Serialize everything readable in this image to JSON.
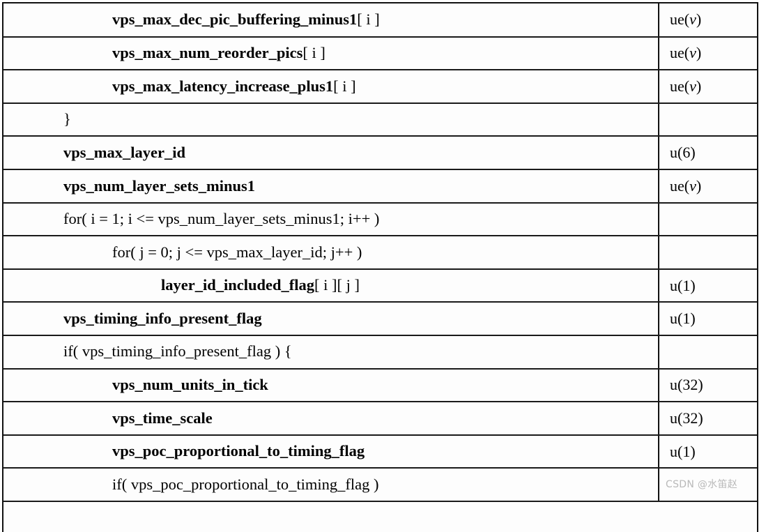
{
  "document": {
    "kind": "video-coding-spec-syntax-table",
    "columns": [
      "",
      ""
    ],
    "watermark": "CSDN @水笛赵"
  },
  "table": {
    "rows": [
      {
        "indent": 2,
        "style": "bold",
        "text": "vps_max_dec_pic_buffering_minus1",
        "subscript": "[ i ]",
        "descriptor_prefix": "ue(",
        "descriptor_italic": "v",
        "descriptor_suffix": ")"
      },
      {
        "indent": 2,
        "style": "bold",
        "text": "vps_max_num_reorder_pics",
        "subscript": "[ i ]",
        "descriptor_prefix": "ue(",
        "descriptor_italic": "v",
        "descriptor_suffix": ")"
      },
      {
        "indent": 2,
        "style": "bold",
        "text": "vps_max_latency_increase_plus1",
        "subscript": "[ i ]",
        "descriptor_prefix": "ue(",
        "descriptor_italic": "v",
        "descriptor_suffix": ")"
      },
      {
        "indent": 1,
        "style": "plain",
        "text": "}",
        "subscript": "",
        "descriptor_prefix": "",
        "descriptor_italic": "",
        "descriptor_suffix": ""
      },
      {
        "indent": 1,
        "style": "bold",
        "text": "vps_max_layer_id",
        "subscript": "",
        "descriptor_prefix": "u(6)",
        "descriptor_italic": "",
        "descriptor_suffix": ""
      },
      {
        "indent": 1,
        "style": "bold",
        "text": "vps_num_layer_sets_minus1",
        "subscript": "",
        "descriptor_prefix": "ue(",
        "descriptor_italic": "v",
        "descriptor_suffix": ")"
      },
      {
        "indent": 1,
        "style": "plain",
        "text": "for( i = 1; i   <=   vps_num_layer_sets_minus1; i++ )",
        "subscript": "",
        "descriptor_prefix": "",
        "descriptor_italic": "",
        "descriptor_suffix": ""
      },
      {
        "indent": 2,
        "style": "plain",
        "text": "for( j = 0; j   <=   vps_max_layer_id; j++ )",
        "subscript": "",
        "descriptor_prefix": "",
        "descriptor_italic": "",
        "descriptor_suffix": ""
      },
      {
        "indent": 3,
        "style": "bold",
        "text": "layer_id_included_flag",
        "subscript": "[ i ][ j ]",
        "descriptor_prefix": "u(1)",
        "descriptor_italic": "",
        "descriptor_suffix": ""
      },
      {
        "indent": 1,
        "style": "bold",
        "text": "vps_timing_info_present_flag",
        "subscript": "",
        "descriptor_prefix": "u(1)",
        "descriptor_italic": "",
        "descriptor_suffix": ""
      },
      {
        "indent": 1,
        "style": "plain",
        "text": "if( vps_timing_info_present_flag ) {",
        "subscript": "",
        "descriptor_prefix": "",
        "descriptor_italic": "",
        "descriptor_suffix": ""
      },
      {
        "indent": 2,
        "style": "bold",
        "text": "vps_num_units_in_tick",
        "subscript": "",
        "descriptor_prefix": "u(32)",
        "descriptor_italic": "",
        "descriptor_suffix": ""
      },
      {
        "indent": 2,
        "style": "bold",
        "text": "vps_time_scale",
        "subscript": "",
        "descriptor_prefix": "u(32)",
        "descriptor_italic": "",
        "descriptor_suffix": ""
      },
      {
        "indent": 2,
        "style": "bold",
        "text": "vps_poc_proportional_to_timing_flag",
        "subscript": "",
        "descriptor_prefix": "u(1)",
        "descriptor_italic": "",
        "descriptor_suffix": ""
      },
      {
        "indent": 2,
        "style": "plain",
        "text": "if( vps_poc_proportional_to_timing_flag )",
        "subscript": "",
        "descriptor_prefix": "",
        "descriptor_italic": "",
        "descriptor_suffix": ""
      }
    ]
  }
}
